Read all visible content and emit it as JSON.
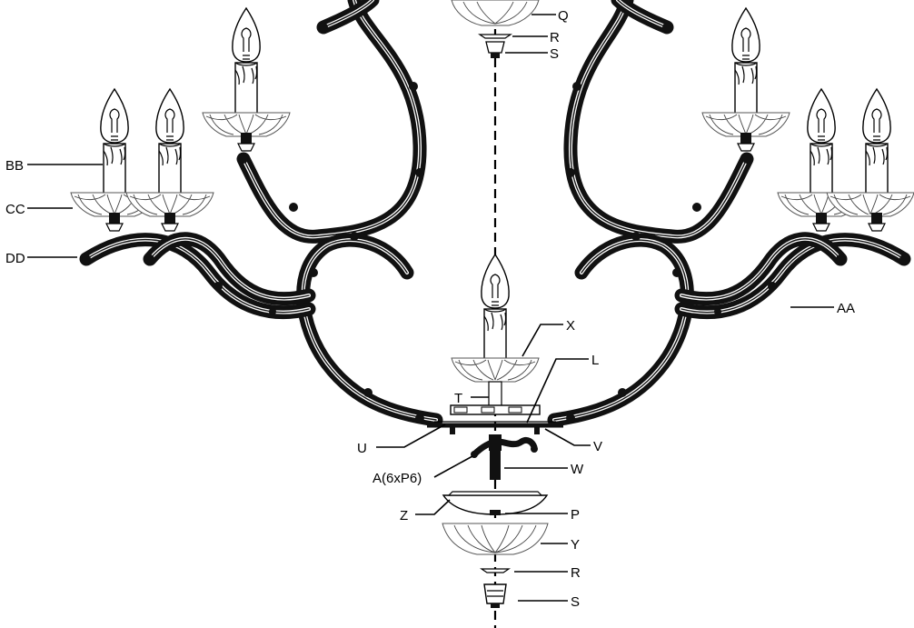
{
  "labels": {
    "q": "Q",
    "r_top": "R",
    "s_top": "S",
    "bb": "BB",
    "cc": "CC",
    "dd": "DD",
    "aa": "AA",
    "x": "X",
    "l": "L",
    "t": "T",
    "u": "U",
    "v": "V",
    "a": "A(6xP6)",
    "w": "W",
    "z": "Z",
    "p": "P",
    "y": "Y",
    "r_bottom": "R",
    "s_bottom": "S"
  },
  "icons": [
    "candle-bulb-icon",
    "crystal-bobeche-icon",
    "ceiling-canopy-icon"
  ]
}
